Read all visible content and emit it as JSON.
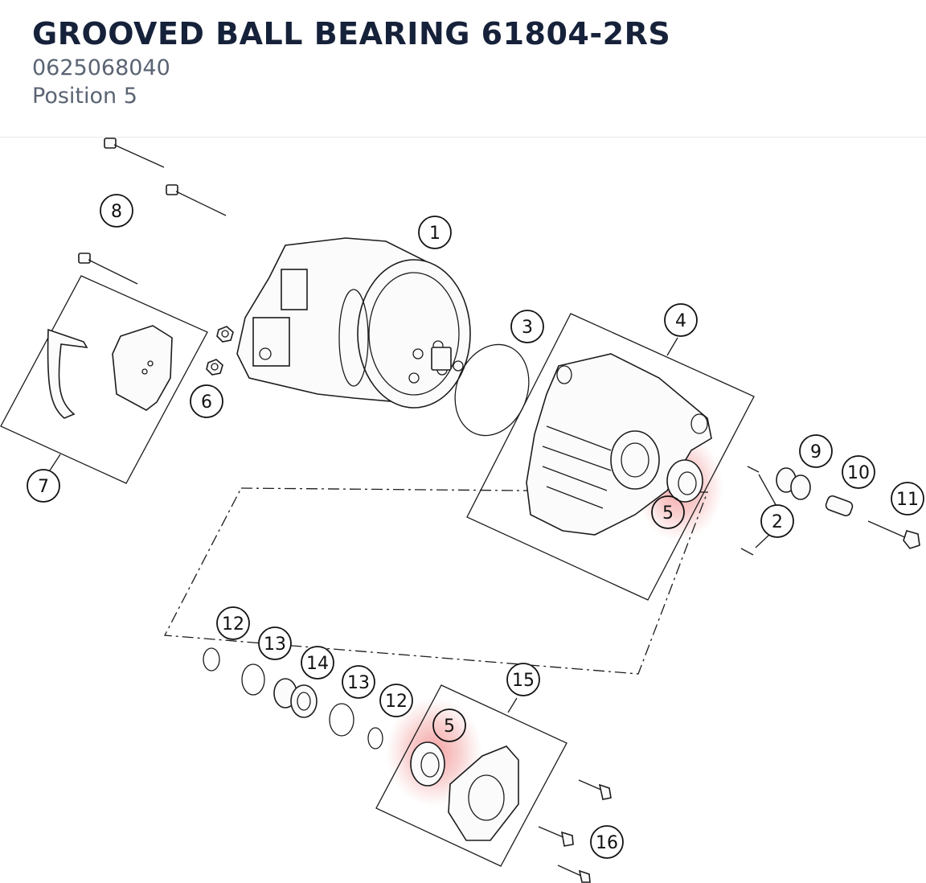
{
  "header": {
    "title": "GROOVED BALL BEARING 61804-2RS",
    "part_number": "0625068040",
    "position": "Position 5"
  },
  "callouts": [
    {
      "label": "1"
    },
    {
      "label": "2"
    },
    {
      "label": "3"
    },
    {
      "label": "4"
    },
    {
      "label": "5"
    },
    {
      "label": "5"
    },
    {
      "label": "6"
    },
    {
      "label": "7"
    },
    {
      "label": "8"
    },
    {
      "label": "9"
    },
    {
      "label": "10"
    },
    {
      "label": "11"
    },
    {
      "label": "12"
    },
    {
      "label": "12"
    },
    {
      "label": "13"
    },
    {
      "label": "13"
    },
    {
      "label": "14"
    },
    {
      "label": "15"
    },
    {
      "label": "16"
    }
  ],
  "colors": {
    "title": "#16213a",
    "subtitle": "#5b6473",
    "highlight": "#f08080"
  }
}
